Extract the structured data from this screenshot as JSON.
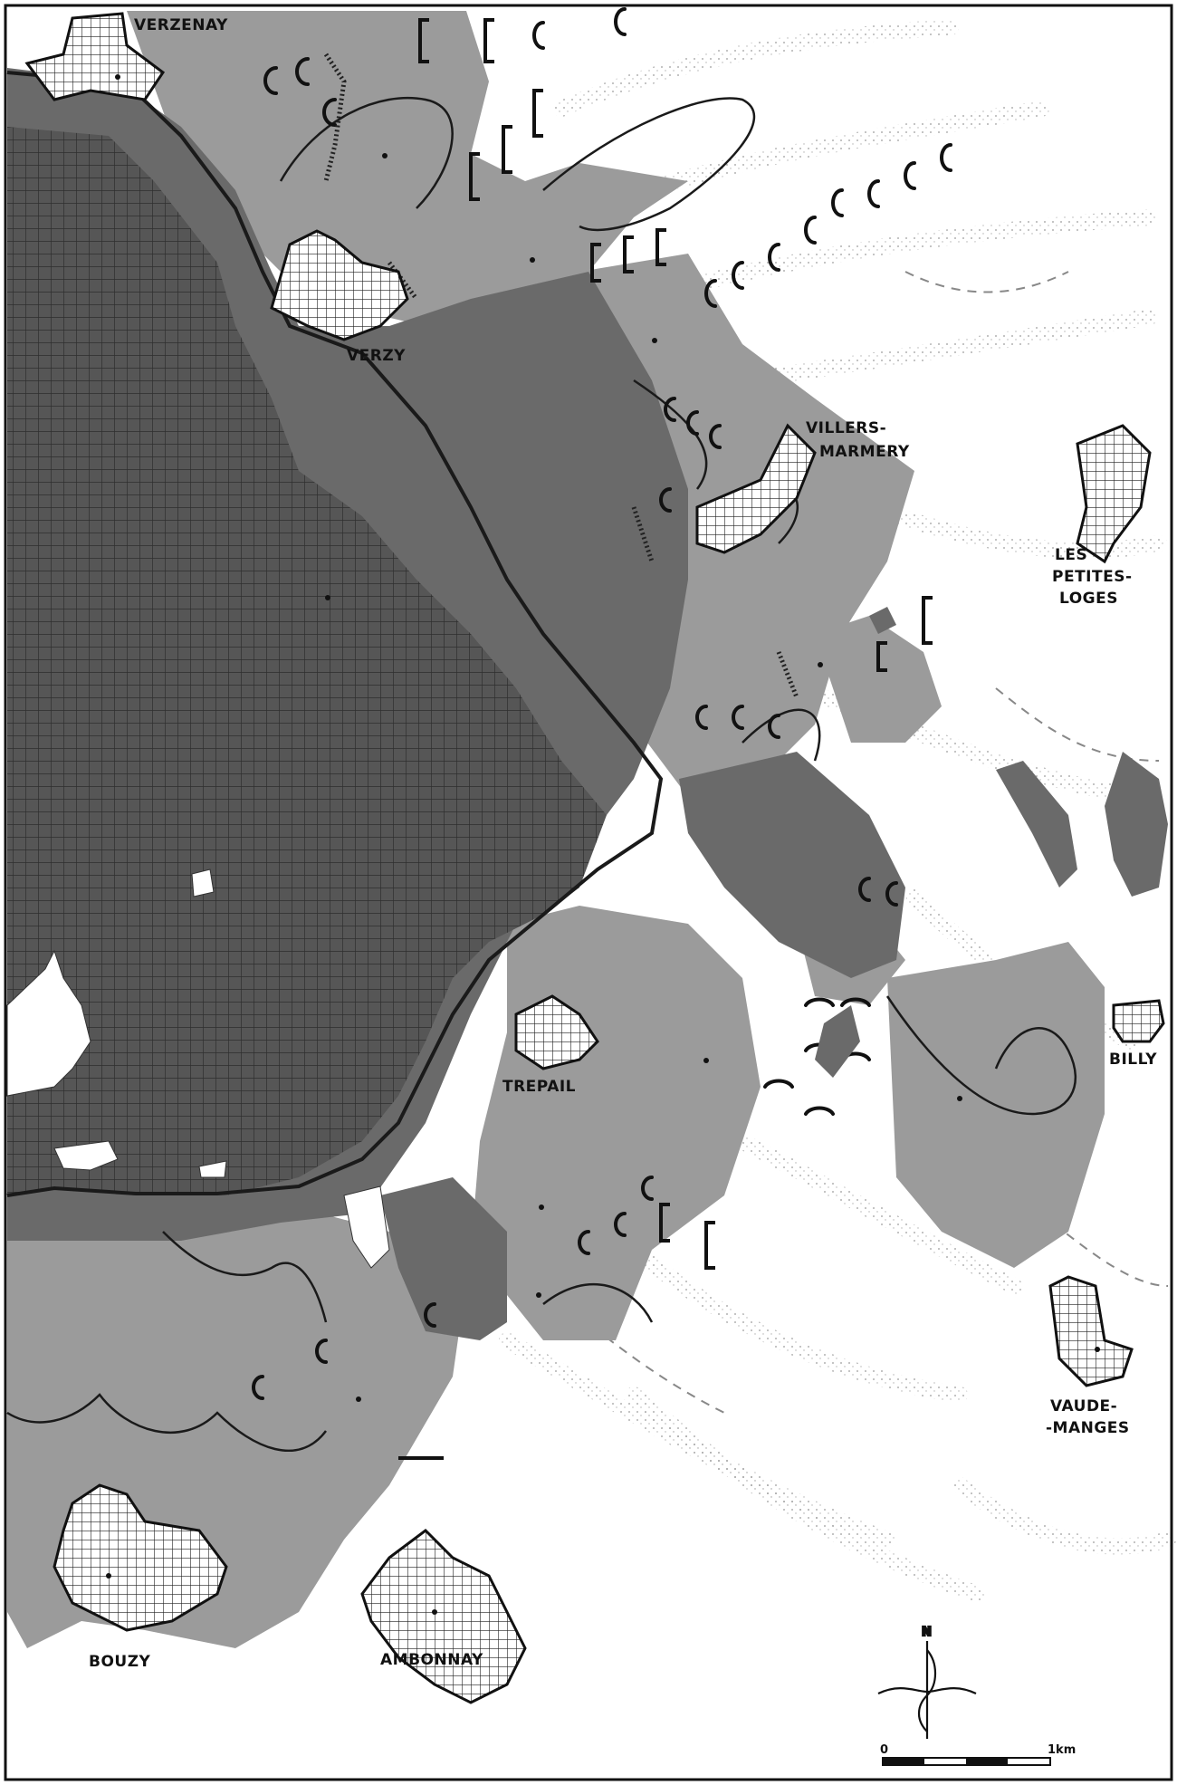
{
  "colors": {
    "forest": "#565656",
    "slope": "#6a6a6a",
    "vineyard": "#9b9b9b",
    "open": "#ffffff",
    "village": "#ffffff",
    "ink": "#111111"
  },
  "places": {
    "verzenay": "VERZENAY",
    "verzy": "VERZY",
    "villers_1": "VILLERS-",
    "villers_2": "MARMERY",
    "petites_1": "LES",
    "petites_2": "PETITES-",
    "petites_3": "LOGES",
    "billy": "BILLY",
    "trepail": "TREPAIL",
    "vaude_1": "VAUDE-",
    "vaude_2": "-MANGES",
    "bouzy": "BOUZY",
    "ambonnay": "AMBONNAY"
  },
  "scale": {
    "zero": "0",
    "end": "1km"
  },
  "north": {
    "label": "N"
  }
}
